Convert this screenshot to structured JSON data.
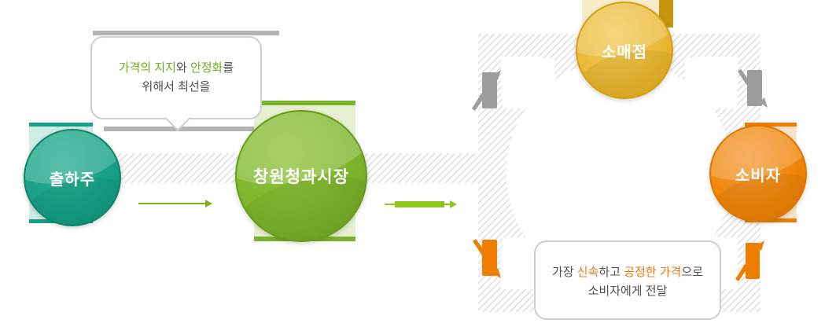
{
  "nodes": {
    "shipper": {
      "label": "출하주"
    },
    "market": {
      "label": "창원청과시장"
    },
    "retail": {
      "label": "소매점"
    },
    "consumer": {
      "label": "소비자"
    }
  },
  "bubbles": {
    "price": {
      "s1": "가격의 지지",
      "s2": "와 ",
      "s3": "안정화",
      "s4": "를",
      "line2": "위해서 최선을"
    },
    "delivery": {
      "s1": "가장 ",
      "s2": "신속",
      "s3": "하고 ",
      "s4": "공정한 가격",
      "s5": "으로",
      "line2": "소비자에게 전달"
    }
  },
  "colors": {
    "teal": "#16a085",
    "teal_panel": "#d0ece3",
    "green": "#7ab32b",
    "green_panel": "#e7f0d0",
    "amber": "#e9b733",
    "amber_panel": "#f8ecca",
    "amber_bar": "#c5960e",
    "orange": "#ee7d00",
    "orange_panel": "#fbe5c6",
    "highlight_green": "#69b121",
    "highlight_orange": "#f0790f",
    "stripe": "#e3e3e3",
    "gray_rotation_arrow": "#9d9d9d",
    "flow_arrow_green_1": "#86aa20",
    "flow_arrow_green_2": "#8fc61e",
    "bubble_text": "#4f4f4f"
  }
}
